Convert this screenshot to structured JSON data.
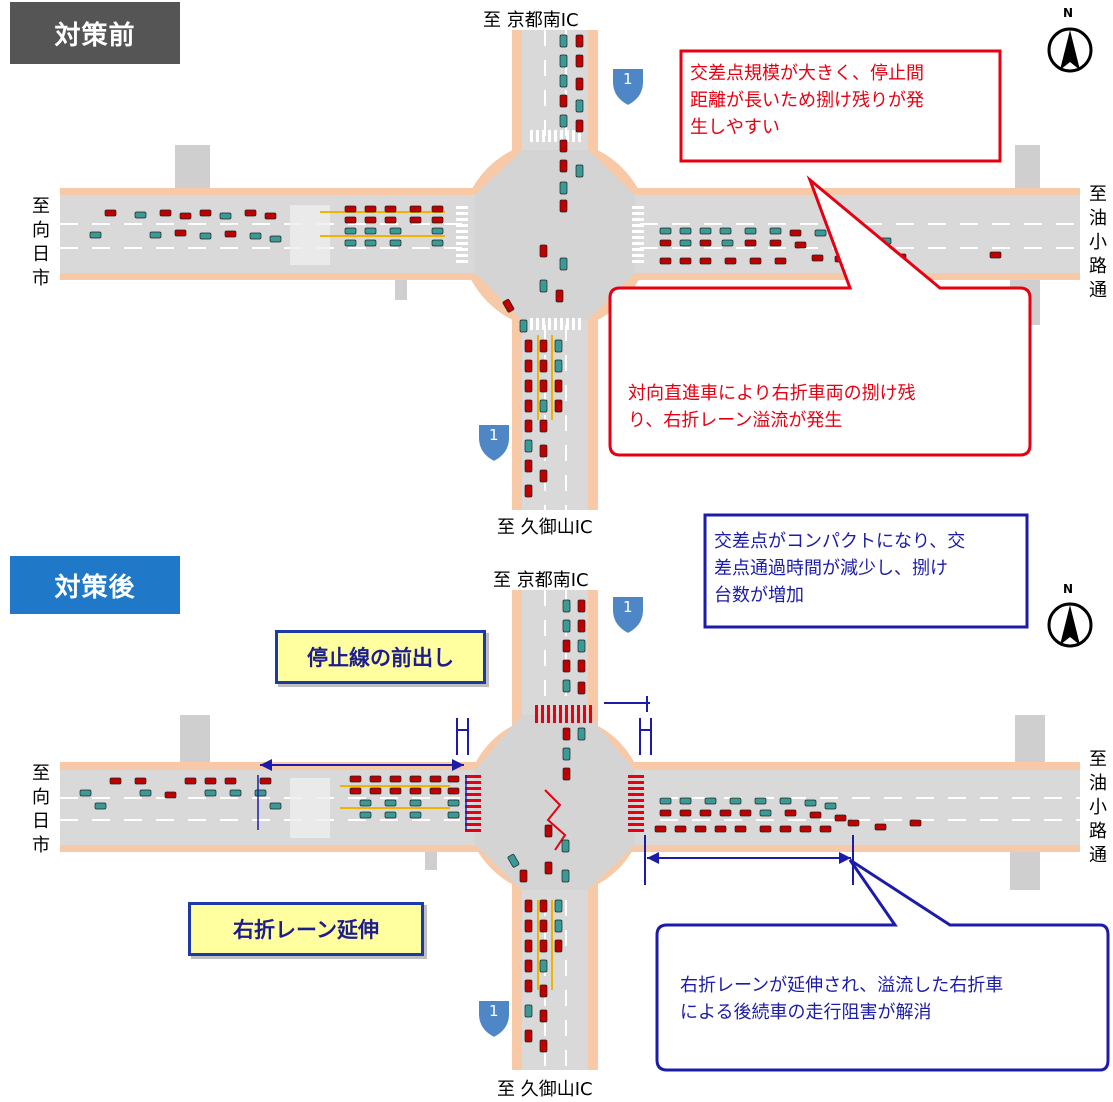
{
  "before": {
    "tag": "対策前",
    "north_label": "至 京都南IC",
    "south_label": "至 久御山IC",
    "west_label": [
      "至",
      "向",
      "日",
      "市"
    ],
    "east_label": [
      "至",
      "油",
      "小",
      "路",
      "通"
    ],
    "route_number": "1",
    "note_top": [
      "交差点規模が大きく、停止間",
      "距離が長いため捌け残りが発",
      "生しやすい"
    ],
    "note_bottom": [
      "対向直進車により右折車両の捌け残",
      "り、右折レーン溢流が発生"
    ]
  },
  "after": {
    "tag": "対策後",
    "north_label": "至 京都南IC",
    "south_label": "至 久御山IC",
    "west_label": [
      "至",
      "向",
      "日",
      "市"
    ],
    "east_label": [
      "至",
      "油",
      "小",
      "路",
      "通"
    ],
    "route_number": "1",
    "note_top": [
      "交差点がコンパクトになり、交",
      "差点通過時間が減少し、捌け",
      "台数が増加"
    ],
    "stop_line_box": "停止線の前出し",
    "lane_box": "右折レーン延伸",
    "note_bottom": [
      "右折レーンが延伸され、溢流した右折車",
      "による後続車の走行阻害が解消"
    ]
  },
  "compass_label": "N",
  "colors": {
    "tag_before": "#595959",
    "tag_after": "#1f78c8",
    "red_note": "#e60012",
    "blue_note": "#1c1ca8",
    "road": "#d9d9d9",
    "sidewalk": "#f7c9a6"
  }
}
